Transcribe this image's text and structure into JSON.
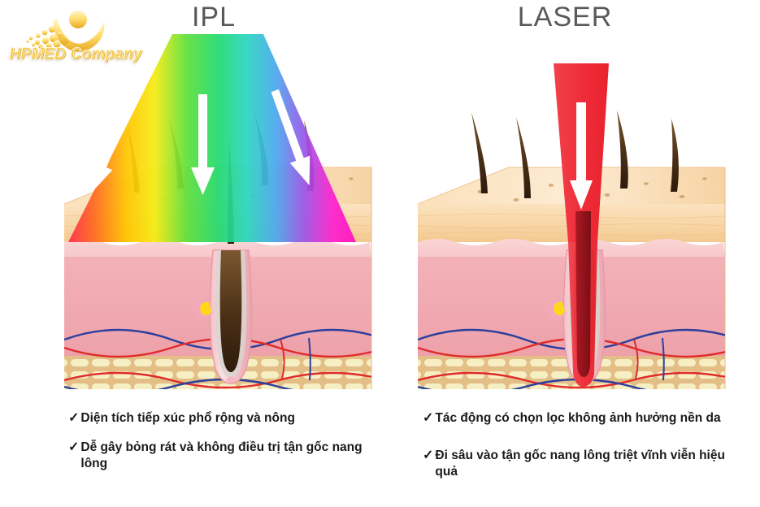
{
  "brand": {
    "logo_icon": "hpmed-person-logo-icon",
    "name": "HPMED Company",
    "gold": "#f5c94a"
  },
  "panels": {
    "left": {
      "title": "IPL",
      "beam_icon": "rainbow-spectrum-beam-icon",
      "beam_type": "broad-spectrum",
      "arrow_count": 3,
      "beam_colors": [
        "#ff3b3b",
        "#ff7a18",
        "#ffd400",
        "#f2ee16",
        "#35d22a",
        "#1fd6a0",
        "#3aa6f0",
        "#8b5cf6",
        "#ff1fd0"
      ],
      "bullets": [
        "Diện tích tiếp xúc phổ rộng và nông",
        "Dễ gây bỏng rát và không điều trị tận gốc nang lông"
      ]
    },
    "right": {
      "title": "LASER",
      "beam_icon": "focused-laser-beam-icon",
      "beam_type": "single-wavelength",
      "arrow_count": 1,
      "beam_colors": [
        "#f2414b",
        "#e8232f",
        "#8e0f16"
      ],
      "bullets": [
        "Tác động có chọn lọc không ảnh hưởng nền da",
        "Đi sâu vào tận gốc nang lông triệt vĩnh viễn hiệu quả"
      ]
    }
  },
  "skin_model": {
    "layers": [
      {
        "name": "epidermis",
        "color": "#f7d9ae"
      },
      {
        "name": "papillary-dermis",
        "color": "#f6cdcd"
      },
      {
        "name": "reticular-dermis",
        "color": "#f0a7ae"
      },
      {
        "name": "hypodermis",
        "color": "#e0bb80"
      }
    ],
    "features": [
      "hair-shaft",
      "hair-follicle",
      "sebaceous-gland",
      "artery",
      "vein",
      "fat-cells",
      "skin-pores"
    ],
    "artery_color": "#e02b2b",
    "vein_color": "#2b3f9e",
    "hair_color": "#5a3a1e",
    "sebaceous_color": "#ffd919"
  },
  "bullet_marker": "✓"
}
